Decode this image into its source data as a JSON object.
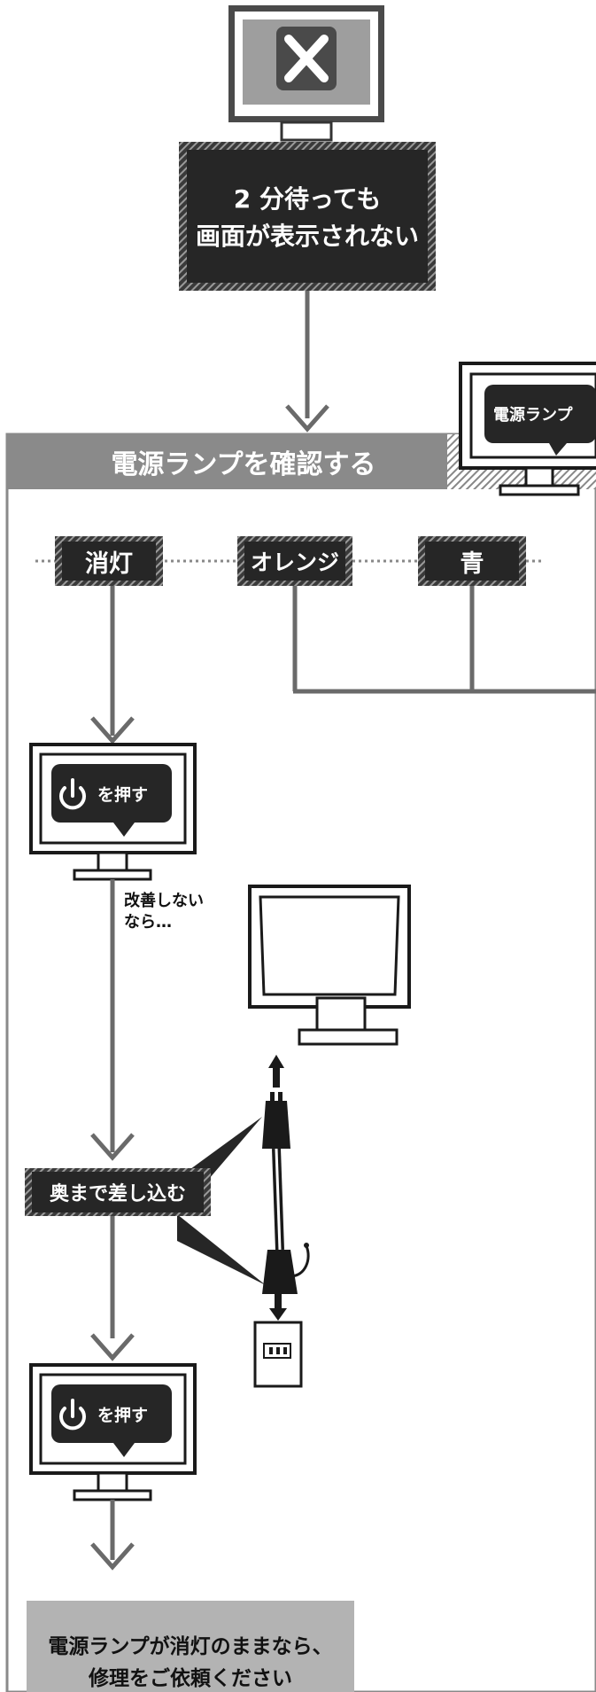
{
  "top_box": {
    "line1": "2 分待っても",
    "line2": "画面が表示されない"
  },
  "section_header": "電源ランプを確認する",
  "corner_callout": "電源ランプ",
  "lamp_states": [
    "消灯",
    "オレンジ",
    "青"
  ],
  "press_callout_top": "を押す",
  "press_callout_bottom": "を押す",
  "if_not_improved": {
    "line1": "改善しない",
    "line2": "なら…"
  },
  "plug_in_label": "奥まで差し込む",
  "final_box": {
    "line1": "電源ランプが消灯のままなら、",
    "line2": "修理をご依頼ください"
  },
  "icons": {
    "error": "x-icon",
    "power": "power-icon",
    "arrow": "arrow-down-icon",
    "plug": "power-plug-icon",
    "outlet": "wall-outlet-icon"
  },
  "colors": {
    "dark_box": "#262626",
    "header_gray": "#8a8a8a",
    "final_gray": "#b3b3b3",
    "line_gray": "#6a6a6a"
  }
}
